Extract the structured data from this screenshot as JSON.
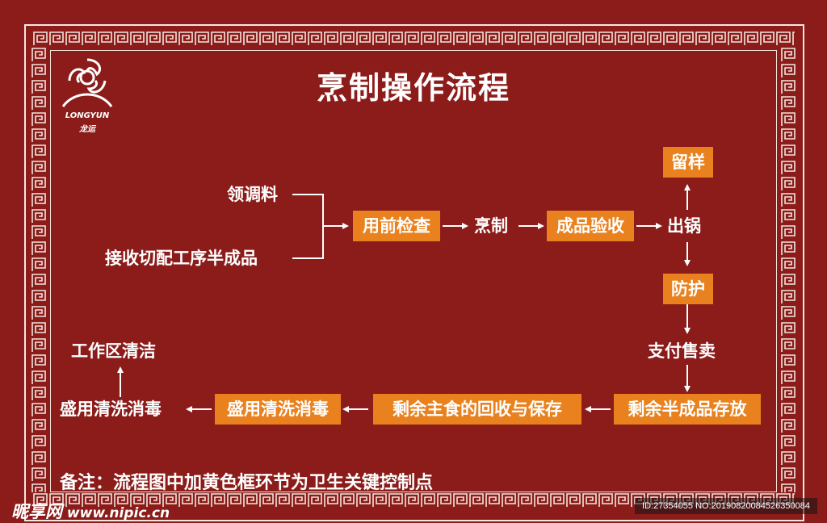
{
  "title": "烹制操作流程",
  "logo": {
    "brand_en": "LONGYUN",
    "brand_cn": "龙运"
  },
  "colors": {
    "background": "#8b1c1a",
    "highlight_box": "#e8811e",
    "text": "#ffffff"
  },
  "flow": {
    "inputs": [
      "领调料",
      "接收切配工序半成品"
    ],
    "row1": [
      "用前检查",
      "烹制",
      "成品验收",
      "出锅"
    ],
    "branch_up": "留样",
    "right_column": [
      "防护",
      "支付售卖"
    ],
    "row2": [
      "剩余半成品存放",
      "剩余主食的回收与保存",
      "盛用清洗消毒",
      "盛用清洗消毒"
    ],
    "end": "工作区清洁"
  },
  "note": "备注：流程图中加黄色框环节为卫生关键控制点",
  "watermark": {
    "site_cn": "昵享网",
    "site_url": "www.nipic.cn",
    "id_text": "ID:27354055 NO:20190820084526350084"
  }
}
